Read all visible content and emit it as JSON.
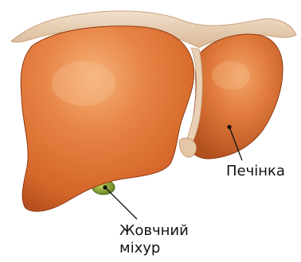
{
  "labels": {
    "liver": "Печінка",
    "gallbladder_line1": "Жовчний",
    "gallbladder_line2": "міхур"
  },
  "colors": {
    "liver_base": "#d9692e",
    "liver_highlight": "#f2a468",
    "liver_shadow": "#9c3f14",
    "ligament": "#ead2b8",
    "gallbladder": "#8aa83c",
    "leader_line": "#111111"
  }
}
